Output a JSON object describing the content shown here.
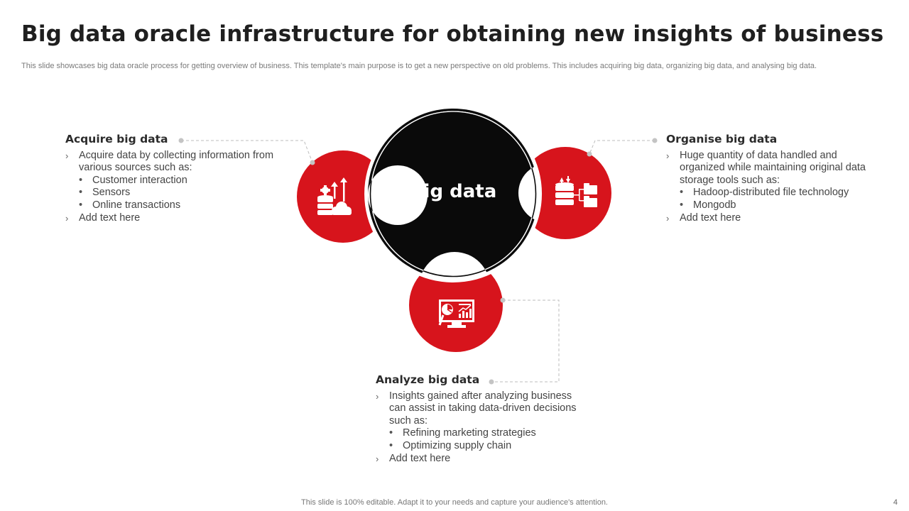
{
  "slide": {
    "title": "Big data oracle infrastructure for obtaining new insights of business",
    "subtitle": "This slide showcases big data oracle process for getting overview of business. This template's main purpose is to get a new perspective on old problems. This includes acquiring big data, organizing big data, and analysing big data.",
    "center_label": "Big data",
    "footer": "This slide is 100% editable. Adapt it to your needs and capture your audience's attention.",
    "page_number": "4"
  },
  "colors": {
    "accent_red": "#d7141c",
    "center_black": "#0a0a0a",
    "connector_gray": "#b5b5b5"
  },
  "icons": {
    "acquire": "database-gear-cloud-growth-icon",
    "organise": "database-transfer-folders-icon",
    "analyze": "monitor-analytics-magnifier-icon"
  },
  "sections": {
    "acquire": {
      "title": "Acquire big data",
      "items": [
        {
          "marker": "›",
          "text": "Acquire data by collecting information from various sources such as:",
          "sub": [
            "Customer interaction",
            "Sensors",
            "Online transactions"
          ]
        },
        {
          "marker": "›",
          "text": "Add text here"
        }
      ]
    },
    "organise": {
      "title": "Organise big data",
      "items": [
        {
          "marker": "›",
          "text": "Huge quantity of data handled and organized while maintaining original data storage tools such as:",
          "sub": [
            "Hadoop-distributed file technology",
            "Mongodb"
          ]
        },
        {
          "marker": "›",
          "text": "Add text here"
        }
      ]
    },
    "analyze": {
      "title": "Analyze big data",
      "items": [
        {
          "marker": "›",
          "text": "Insights gained after analyzing business can assist in taking  data-driven decisions such as:",
          "sub": [
            "Refining marketing strategies",
            "Optimizing supply chain"
          ]
        },
        {
          "marker": "›",
          "text": "Add text here"
        }
      ]
    },
    "bullet": "•"
  }
}
